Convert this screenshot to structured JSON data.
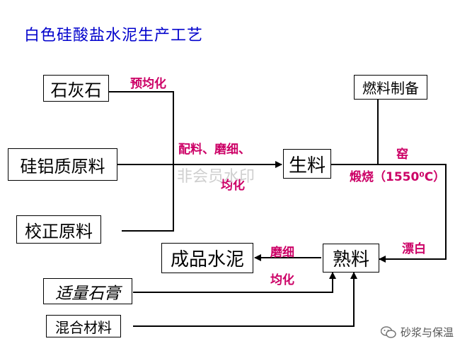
{
  "title": "白色硅酸盐水泥生产工艺",
  "nodes": {
    "limestone": "石灰石",
    "silica_alumina": "硅铝质原料",
    "corrective": "校正原料",
    "raw_meal": "生料",
    "fuel_prep": "燃料制备",
    "clinker": "熟料",
    "product": "成品水泥",
    "gypsum": "适量石膏",
    "admixture": "混合材料"
  },
  "labels": {
    "prehomogenize": "预均化",
    "batching_grinding": "配料、磨细、",
    "homogenize": "均化",
    "kiln": "窑",
    "calcination": "煅烧（1550⁰C）",
    "bleaching": "漂白",
    "grinding": "磨细",
    "homogenize2": "均化"
  },
  "watermark": "非会员水印",
  "brand": "砂浆与保温",
  "colors": {
    "title": "#0000cc",
    "label": "#cc0066"
  },
  "icons": [
    "wechat-icon"
  ]
}
